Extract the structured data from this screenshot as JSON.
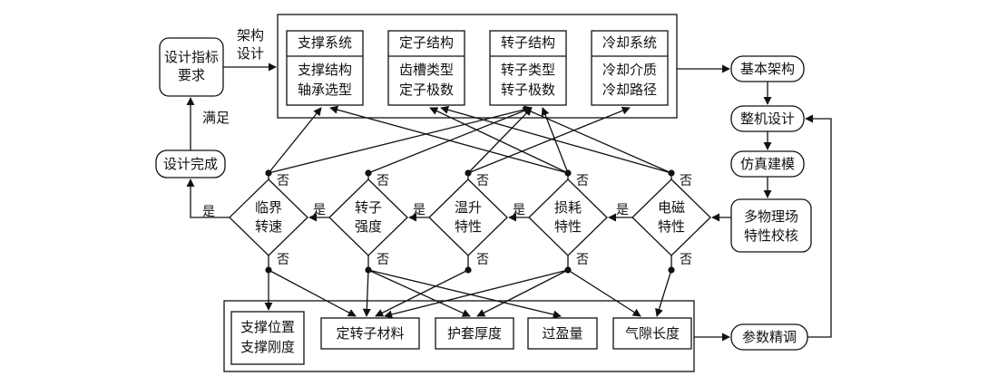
{
  "spec_box": {
    "line1": "设计指标",
    "line2": "要求"
  },
  "frame_label": {
    "line1": "架构",
    "line2": "设计"
  },
  "modules": [
    {
      "title": "支撑系统",
      "line1": "支撑结构",
      "line2": "轴承选型"
    },
    {
      "title": "定子结构",
      "line1": "齿槽类型",
      "line2": "定子极数"
    },
    {
      "title": "转子结构",
      "line1": "转子类型",
      "line2": "转子极数"
    },
    {
      "title": "冷却系统",
      "line1": "冷却介质",
      "line2": "冷却路径"
    }
  ],
  "right_flow": {
    "basic": "基本架构",
    "whole": "整机设计",
    "sim": "仿真建模",
    "multi_line1": "多物理场",
    "multi_line2": "特性校核",
    "tune": "参数精调"
  },
  "design_done": "设计完成",
  "satisfy": "满足",
  "decisions": [
    {
      "line1": "临界",
      "line2": "转速"
    },
    {
      "line1": "转子",
      "line2": "强度"
    },
    {
      "line1": "温升",
      "line2": "特性"
    },
    {
      "line1": "损耗",
      "line2": "特性"
    },
    {
      "line1": "电磁",
      "line2": "特性"
    }
  ],
  "yes": "是",
  "no": "否",
  "params": [
    {
      "line1": "支撑位置",
      "line2": "支撑刚度"
    },
    {
      "line1": "定转子材料"
    },
    {
      "line1": "护套厚度"
    },
    {
      "line1": "过盈量"
    },
    {
      "line1": "气隙长度"
    }
  ]
}
